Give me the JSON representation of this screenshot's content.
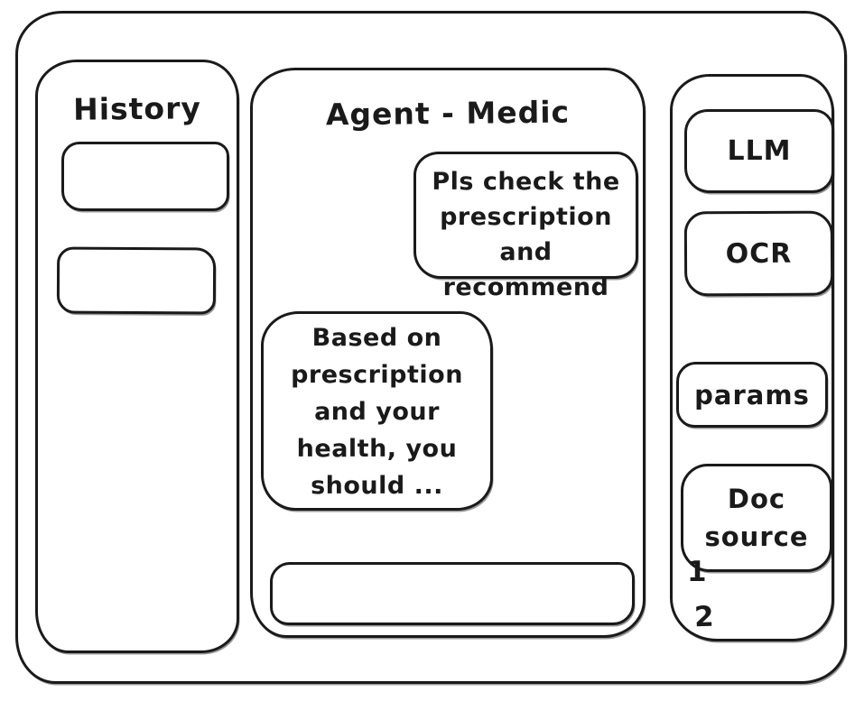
{
  "history_panel": {
    "title": "History"
  },
  "chat_panel": {
    "title": "Agent - Medic",
    "user_message": "Pls check the\nprescription\nand recommend",
    "assistant_message": "Based on\nprescription\nand your\nhealth, you\nshould ...",
    "input_value": ""
  },
  "tools_panel": {
    "llm_label": "LLM",
    "ocr_label": "OCR",
    "params_label": "params",
    "doc_source_label": "Doc\nsource",
    "step_labels": [
      "1",
      "2"
    ]
  },
  "colors": {
    "stroke": "#1a1a1a",
    "background": "#ffffff"
  }
}
